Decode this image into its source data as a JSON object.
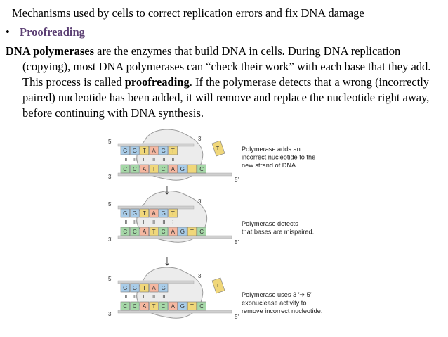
{
  "heading": "Mechanisms used by cells to correct replication errors and fix DNA damage",
  "bullet": {
    "marker": "•",
    "title": "Proofreading"
  },
  "paragraph": {
    "part1": "DNA polymerases",
    "part2": " are the enzymes that build DNA in cells. During DNA replication (copying), most DNA polymerases can “check their work” with each base that they add. This process is called ",
    "part3": "proofreading",
    "part4": ". If the polymerase detects that a wrong (incorrectly paired) nucleotide has been added, it will remove and replace the nucleotide right away, before continuing with DNA synthesis."
  },
  "diagram": {
    "colors": {
      "G": "#a9cce8",
      "T": "#f0d77a",
      "A": "#f5b7a0",
      "C": "#a6d8a8",
      "mismatch": "#f0d77a"
    },
    "top_bases": [
      "G",
      "G",
      "T",
      "A",
      "G",
      "T"
    ],
    "bottom_bases": [
      "C",
      "C",
      "A",
      "T",
      "C",
      "A",
      "G",
      "T",
      "C"
    ],
    "free_nucleotide": "T",
    "end_5": "5'",
    "end_3": "3'",
    "arrow": "↓",
    "steps": [
      {
        "caption": [
          "Polymerase adds an",
          "incorrect nucleotide to the",
          "new strand of DNA."
        ]
      },
      {
        "caption": [
          "Polymerase detects",
          "that bases are mispaired."
        ]
      },
      {
        "caption": [
          "Polymerase uses 3 ′➔ 5′",
          "exonuclease activity to",
          "remove incorrect nucleotide."
        ]
      }
    ]
  }
}
